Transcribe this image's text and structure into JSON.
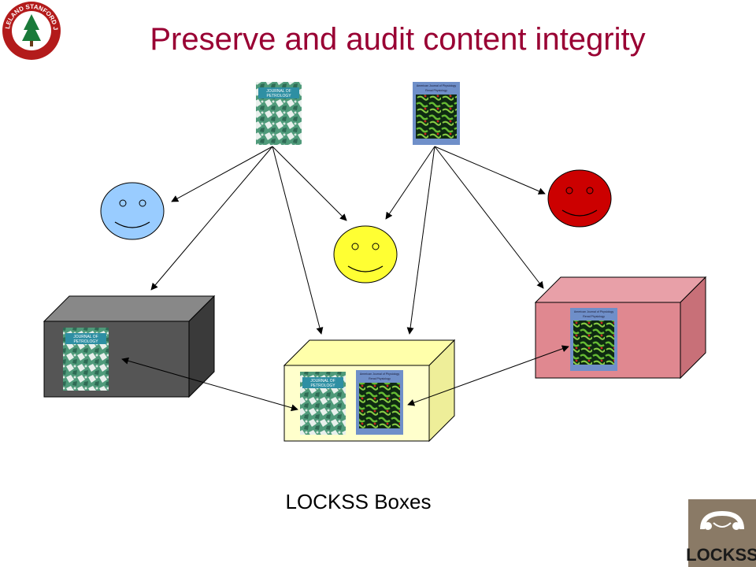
{
  "slide": {
    "title": "Preserve and audit content integrity",
    "caption": "LOCKSS Boxes"
  },
  "logos": {
    "stanford_seal_text": "LELAND STANFORD JR. UNIVERSITY",
    "lockss_text": "LOCKSS"
  },
  "journals": {
    "petrology": {
      "line1": "JOURNAL OF",
      "line2": "PETROLOGY"
    },
    "physiology": {
      "line1": "American Journal of Physiology",
      "line2": "Renal Physiology"
    }
  },
  "colors": {
    "title": "#990033",
    "face_blue": "#99ccff",
    "face_yellow": "#ffff33",
    "face_red": "#cc0000",
    "box_dark": "#555555",
    "box_yellow": "#ffffcc",
    "box_pink": "#e08890"
  }
}
